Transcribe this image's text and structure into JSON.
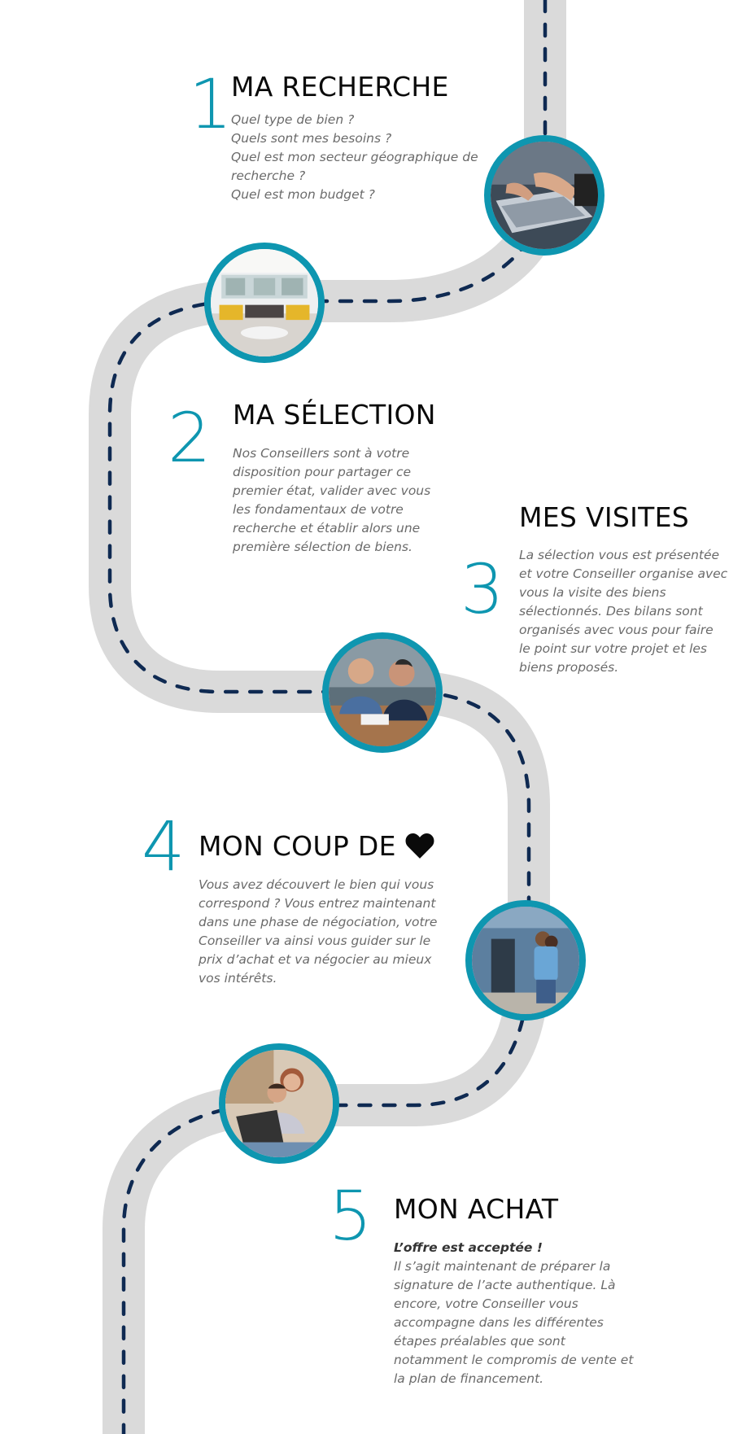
{
  "colors": {
    "accent": "#0e96b0",
    "road": "#dadada",
    "dash": "#0f2a52",
    "title": "#0a0a0a",
    "text": "#6a6a6a"
  },
  "steps": [
    {
      "number": "1",
      "title": "MA RECHERCHE",
      "lines": [
        "Quel type de bien ?",
        "Quels sont mes besoins ?",
        "Quel est mon secteur géographique de",
        "recherche ?",
        "Quel est mon budget ?"
      ]
    },
    {
      "number": "2",
      "title": "MA SÉLECTION",
      "lines": [
        "Nos Conseillers sont à votre",
        "disposition pour partager ce",
        "premier état, valider avec vous",
        "les fondamentaux de votre",
        "recherche et établir alors une",
        "première sélection de biens."
      ]
    },
    {
      "number": "3",
      "title": "MES VISITES",
      "lines": [
        "La sélection vous est présentée",
        "et votre Conseiller organise avec",
        "vous la visite des biens",
        "sélectionnés. Des bilans sont",
        "organisés avec vous pour faire",
        "le point sur votre projet et les",
        "biens proposés."
      ]
    },
    {
      "number": "4",
      "title": "MON COUP DE",
      "title_icon": "heart-icon",
      "lines": [
        "Vous avez découvert le bien qui vous",
        "correspond ? Vous entrez maintenant",
        "dans une phase de négociation, votre",
        "Conseiller va ainsi vous guider sur le",
        "prix d’achat et va négocier au mieux",
        "vos intérêts."
      ]
    },
    {
      "number": "5",
      "title": "MON ACHAT",
      "lead": "L’offre est acceptée !",
      "lines": [
        "Il s’agit maintenant de préparer la",
        "signature de l’acte authentique. Là",
        "encore, votre Conseiller vous",
        "accompagne dans les différentes",
        "étapes préalables que sont",
        "notamment le compromis de vente et",
        "la plan de financement."
      ]
    }
  ],
  "photos": [
    {
      "name": "photo-hands-laptop",
      "subject": "hands typing on a laptop keyboard"
    },
    {
      "name": "photo-living-room",
      "subject": "modern living room interior"
    },
    {
      "name": "photo-advisors-meeting",
      "subject": "two men in a meeting at a table"
    },
    {
      "name": "photo-couple-house",
      "subject": "couple embracing in front of a house"
    },
    {
      "name": "photo-couple-laptop",
      "subject": "smiling couple using a laptop"
    }
  ]
}
